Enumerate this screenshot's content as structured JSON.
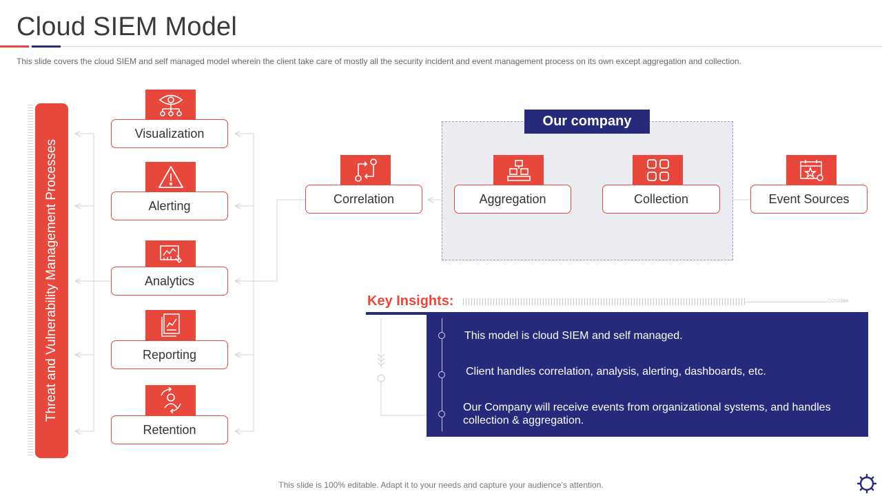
{
  "header": {
    "title": "Cloud SIEM Model",
    "subtitle": "This slide covers the cloud SIEM and self managed model wherein the client take care of mostly all the security incident and event management process on its own except aggregation and collection."
  },
  "side_bar": {
    "label": "Threat and Vulnerability Management Processes"
  },
  "processes": [
    {
      "label": "Visualization",
      "icon": "eye-network-icon"
    },
    {
      "label": "Alerting",
      "icon": "warning-triangle-icon"
    },
    {
      "label": "Analytics",
      "icon": "analytics-chart-icon"
    },
    {
      "label": "Reporting",
      "icon": "report-document-icon"
    },
    {
      "label": "Retention",
      "icon": "user-cycle-icon"
    }
  ],
  "pipeline": {
    "correlation": {
      "label": "Correlation",
      "icon": "flow-arrows-icon"
    },
    "aggregation": {
      "label": "Aggregation",
      "icon": "hierarchy-icon"
    },
    "collection": {
      "label": "Collection",
      "icon": "grid-squares-icon"
    },
    "event_sources": {
      "label": "Event Sources",
      "icon": "calendar-star-icon"
    }
  },
  "company": {
    "label": "Our company"
  },
  "insights": {
    "title": "Key Insights:",
    "items": [
      "This model is cloud SIEM and self managed.",
      "Client handles correlation, analysis, alerting, dashboards, etc.",
      "Our Company will receive events from organizational systems, and handles collection & aggregation."
    ]
  },
  "footer": {
    "text": "This slide is 100% editable. Adapt it to your needs and capture your audience’s attention."
  },
  "colors": {
    "accent": "#e8473b",
    "navy": "#27297a",
    "company_bg": "#ebebf2"
  }
}
